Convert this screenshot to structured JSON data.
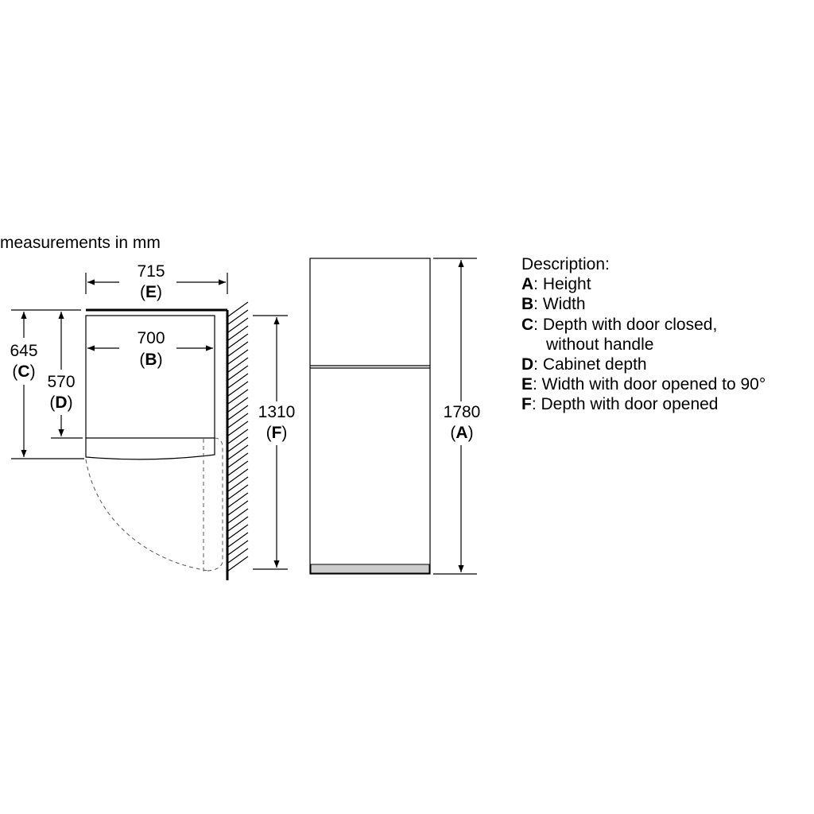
{
  "units_note": "measurements in mm",
  "dimensions": {
    "E": {
      "value": "715",
      "letter": "E"
    },
    "B": {
      "value": "700",
      "letter": "B"
    },
    "C": {
      "value": "645",
      "letter": "C"
    },
    "D": {
      "value": "570",
      "letter": "D"
    },
    "F": {
      "value": "1310",
      "letter": "F"
    },
    "A": {
      "value": "1780",
      "letter": "A"
    }
  },
  "legend": {
    "title": "Description:",
    "items": [
      {
        "letter": "A",
        "text": ": Height"
      },
      {
        "letter": "B",
        "text": ": Width"
      },
      {
        "letter": "C",
        "text": ": Depth with door closed,",
        "cont": "without handle"
      },
      {
        "letter": "D",
        "text": ": Cabinet depth"
      },
      {
        "letter": "E",
        "text": ": Width with door opened to 90°"
      },
      {
        "letter": "F",
        "text": ": Depth with door opened"
      }
    ]
  },
  "colors": {
    "line": "#000000",
    "base": "#cccccc",
    "dashed": "#555555"
  }
}
